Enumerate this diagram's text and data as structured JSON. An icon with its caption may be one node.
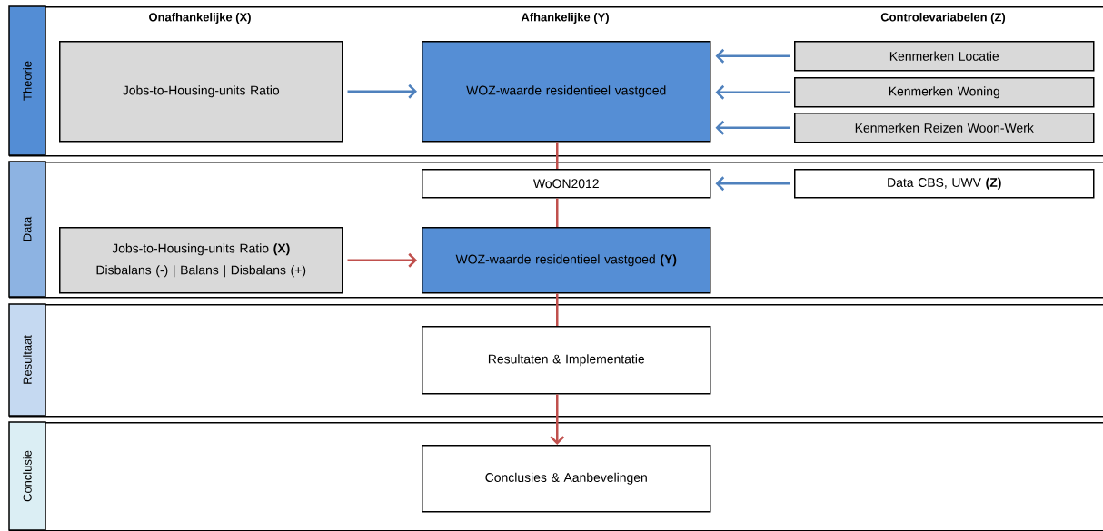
{
  "diagram": {
    "nodes": [
      {
        "text": [
          "Theorie"
        ]
      },
      {
        "text": [
          "Jobs-to-Housing-units Ratio"
        ],
        "in": 0
      },
      {
        "text": [
          "WOZ-waarde residentieel vastgoed"
        ],
        "in": 0
      },
      {
        "text": [
          "Kenmerken Locatie"
        ],
        "in": 0
      },
      {
        "text": [
          "Kenmerken Woning"
        ],
        "in": 0
      },
      {
        "text": [
          "Kenmerken Reizen Woon-Werk"
        ],
        "in": 0
      },
      {
        "text": [
          "Data"
        ]
      },
      {
        "text": [
          "WoON2012"
        ],
        "in": 6
      },
      {
        "text": [
          "Data CBS, UWV **(Z)**"
        ],
        "in": 6
      },
      {
        "text": [
          "Jobs-to-Housing-units Ratio **(X)**",
          "Disbalans (-) | Balans | Disbalans (+)"
        ],
        "in": 6
      },
      {
        "text": [
          "WOZ-waarde residentieel vastgoed **(Y)**"
        ],
        "in": 6
      },
      {
        "text": [
          "Resultaat"
        ]
      },
      {
        "text": [
          "Resultaten & Implementatie"
        ],
        "in": 11
      },
      {
        "text": [
          "Conclusie"
        ]
      },
      {
        "text": [
          "Conclusies & Aanbevelingen"
        ],
        "in": 13
      }
    ],
    "edges": [
      {
        "from": 1,
        "to": 2,
        "arrow": "to",
        "color": "#4f81bd"
      },
      {
        "from": 3,
        "to": 2,
        "arrow": "to",
        "color": "#4f81bd"
      },
      {
        "from": 4,
        "to": 2,
        "arrow": "to",
        "color": "#4f81bd"
      },
      {
        "from": 5,
        "to": 2,
        "arrow": "to",
        "color": "#4f81bd"
      },
      {
        "from": 8,
        "to": 7,
        "arrow": "to",
        "color": "#4f81bd"
      },
      {
        "from": 2,
        "to": 7,
        "arrow": "none",
        "color": "#c0504d"
      },
      {
        "from": 7,
        "to": 10,
        "arrow": "none",
        "color": "#c0504d"
      },
      {
        "from": 9,
        "to": 10,
        "arrow": "to",
        "color": "#c0504d"
      },
      {
        "from": 10,
        "to": 12,
        "arrow": "none",
        "color": "#c0504d"
      },
      {
        "from": 12,
        "to": 14,
        "arrow": "to",
        "color": "#c0504d"
      }
    ],
    "labels": [
      "Onafhankelijke (X)",
      "Afhankelijke (Y)",
      "Controlevariabelen (Z)"
    ]
  }
}
